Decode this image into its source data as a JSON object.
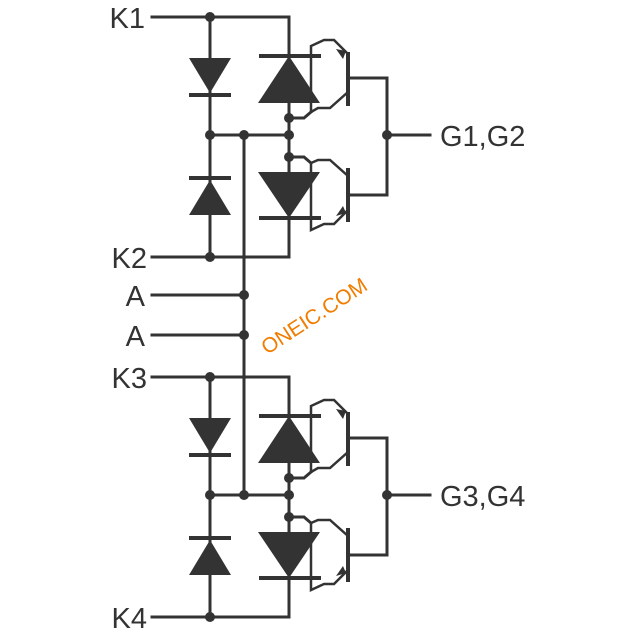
{
  "pins": {
    "k1": "K1",
    "k2": "K2",
    "a_upper": "A",
    "a_lower": "A",
    "k3": "K3",
    "k4": "K4",
    "g12": "G1,G2",
    "g34": "G3,G4"
  },
  "watermark": "ONEIC.COM",
  "colors": {
    "line": "#333333",
    "watermark": "#f07d00",
    "background": "#ffffff"
  }
}
